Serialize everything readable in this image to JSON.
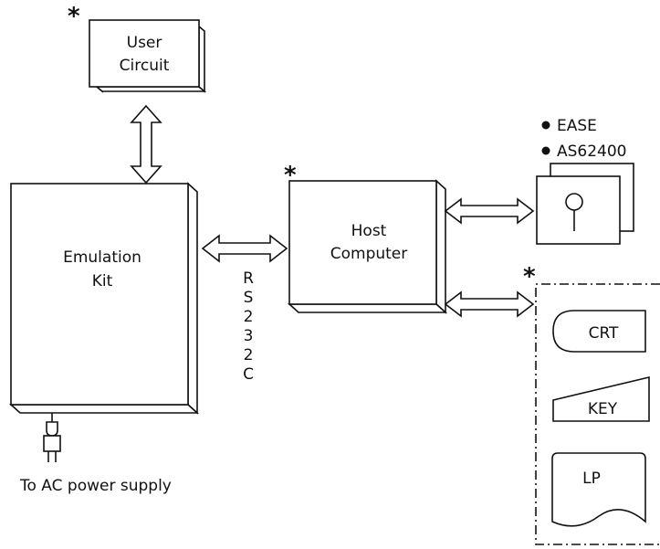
{
  "diagram": {
    "user_circuit": {
      "line1": "User",
      "line2": "Circuit"
    },
    "emulation_kit": {
      "line1": "Emulation",
      "line2": "Kit"
    },
    "host_computer": {
      "line1": "Host",
      "line2": "Computer"
    },
    "rs232c": [
      "R",
      "S",
      "2",
      "3",
      "2",
      "C"
    ],
    "power_label": "To AC power supply",
    "software": {
      "item1": "EASE",
      "item2": "AS62400"
    },
    "peripherals": {
      "crt": "CRT",
      "key": "KEY",
      "lp": "LP"
    },
    "marker": "*"
  }
}
